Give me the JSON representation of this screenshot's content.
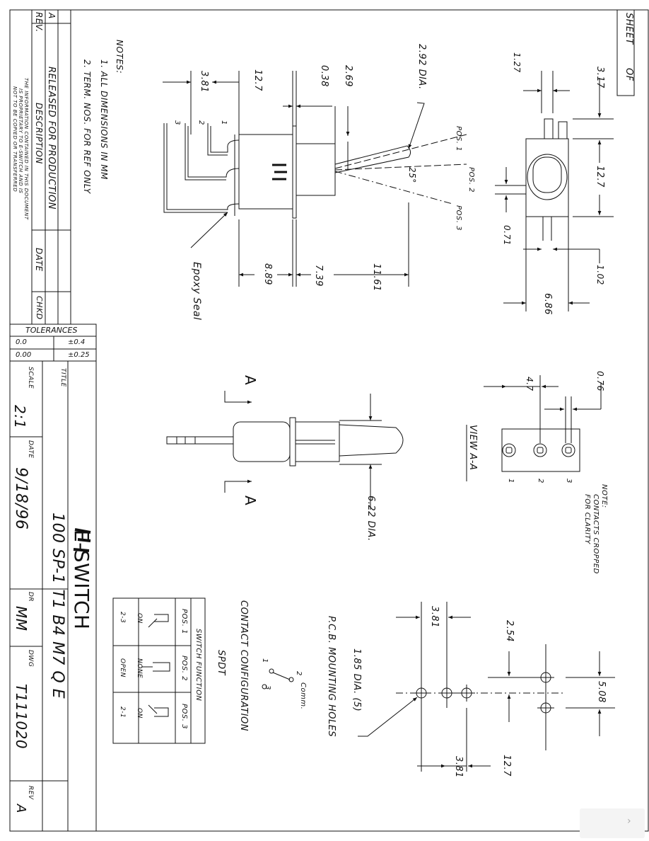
{
  "sheet": {
    "sheet_label": "SHEET",
    "of_label": "OF"
  },
  "revision_block": {
    "rev_header": "REV.",
    "description_header": "DESCRIPTION",
    "date_header": "DATE",
    "chkd_header": "CHKD",
    "rev": "A",
    "description": "RELEASED FOR PRODUCTION",
    "proprietary_notice": [
      "THE INFORMATION CONTAINED IN THIS DOCUMENT",
      "IS PROPRIETARY TO E-SWITCH AND IS",
      "NOT TO BE COPIED OR TRANSFERRED"
    ]
  },
  "tolerances": {
    "header": "TOLERANCES",
    "rows": [
      {
        "format": "0.0",
        "value": "±0.4"
      },
      {
        "format": "0.00",
        "value": "±0.25"
      }
    ]
  },
  "title_block": {
    "title_label": "TITLE",
    "company": "E-SWITCH",
    "title": "100 SP-1 T1 B4 M7 Q E",
    "scale_label": "SCALE",
    "scale": "2:1",
    "date_label": "DATE",
    "date": "9/18/96",
    "dr_label": "DR",
    "dr": "MM",
    "dwg_label": "DWG",
    "dwg": "T111020",
    "rev_label": "REV",
    "rev": "A"
  },
  "notes": {
    "header": "NOTES:",
    "items": [
      "1. ALL DIMENSIONS IN MM",
      "2. TERM. NOS. FOR REF ONLY"
    ]
  },
  "side_view": {
    "dims": {
      "d381": "3.81",
      "d127": "12.7",
      "d038": "0.38",
      "d269": "2.69",
      "d292": "2.92 DIA.",
      "d889": "8.89",
      "d739": "7.39",
      "d1161": "11.61"
    },
    "positions": {
      "pos1": "POS. 1",
      "pos2": "POS. 2",
      "pos3": "POS. 3",
      "angle": "25°"
    },
    "terminals": [
      "1",
      "2",
      "3"
    ],
    "epoxy": "Epoxy Seal"
  },
  "front_view": {
    "dims": {
      "d127a": "1.27",
      "d317": "3.17",
      "d127b": "12.7",
      "d071": "0.71",
      "d102": "1.02",
      "d686": "6.86"
    }
  },
  "top_view": {
    "section_a": "A",
    "d622": "6.22 DIA."
  },
  "view_aa": {
    "title": "VIEW A-A",
    "d47": "4.7",
    "d076": "0.76",
    "terminals": [
      "1",
      "2",
      "3"
    ],
    "note": [
      "NOTE:",
      "CONTACTS CROPPED",
      "FOR CLARITY"
    ]
  },
  "pcb": {
    "title": "P.C.B. MOUNTING HOLES",
    "hole": "1.85 DIA. (5)",
    "dims": {
      "d381a": "3.81",
      "d254": "2.54",
      "d508": "5.08",
      "d381b": "3.81",
      "d127": "12.7"
    }
  },
  "contact_config": {
    "title": "CONTACT CONFIGURATION",
    "type": "SPDT",
    "comm": "Comm.",
    "t1": "1",
    "t2": "2",
    "t3": "3"
  },
  "switch_function": {
    "title": "SWITCH FUNCTION",
    "columns": [
      {
        "pos": "POS. 1",
        "state": "ON",
        "pins": "2-3"
      },
      {
        "pos": "POS. 2",
        "state": "NONE",
        "pins": "OPEN"
      },
      {
        "pos": "POS. 3",
        "state": "ON",
        "pins": "2-1"
      }
    ]
  },
  "colors": {
    "ink": "#111111",
    "paper": "#ffffff"
  }
}
